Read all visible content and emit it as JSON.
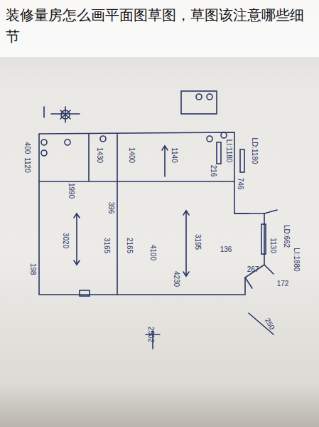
{
  "diagram": {
    "title": "装修量房怎么画平面图草图，草图该注意哪些细节",
    "labels": [
      "400",
      "1120",
      "1990",
      "1430",
      "1400",
      "1140",
      "LD:1180",
      "LI:1180",
      "3020",
      "3165",
      "2165",
      "4100",
      "3195",
      "4230",
      "1130",
      "LD:662",
      "LI:1880",
      "250",
      "2502",
      "396",
      "267",
      "746",
      "136",
      "172",
      "198",
      "216"
    ]
  }
}
